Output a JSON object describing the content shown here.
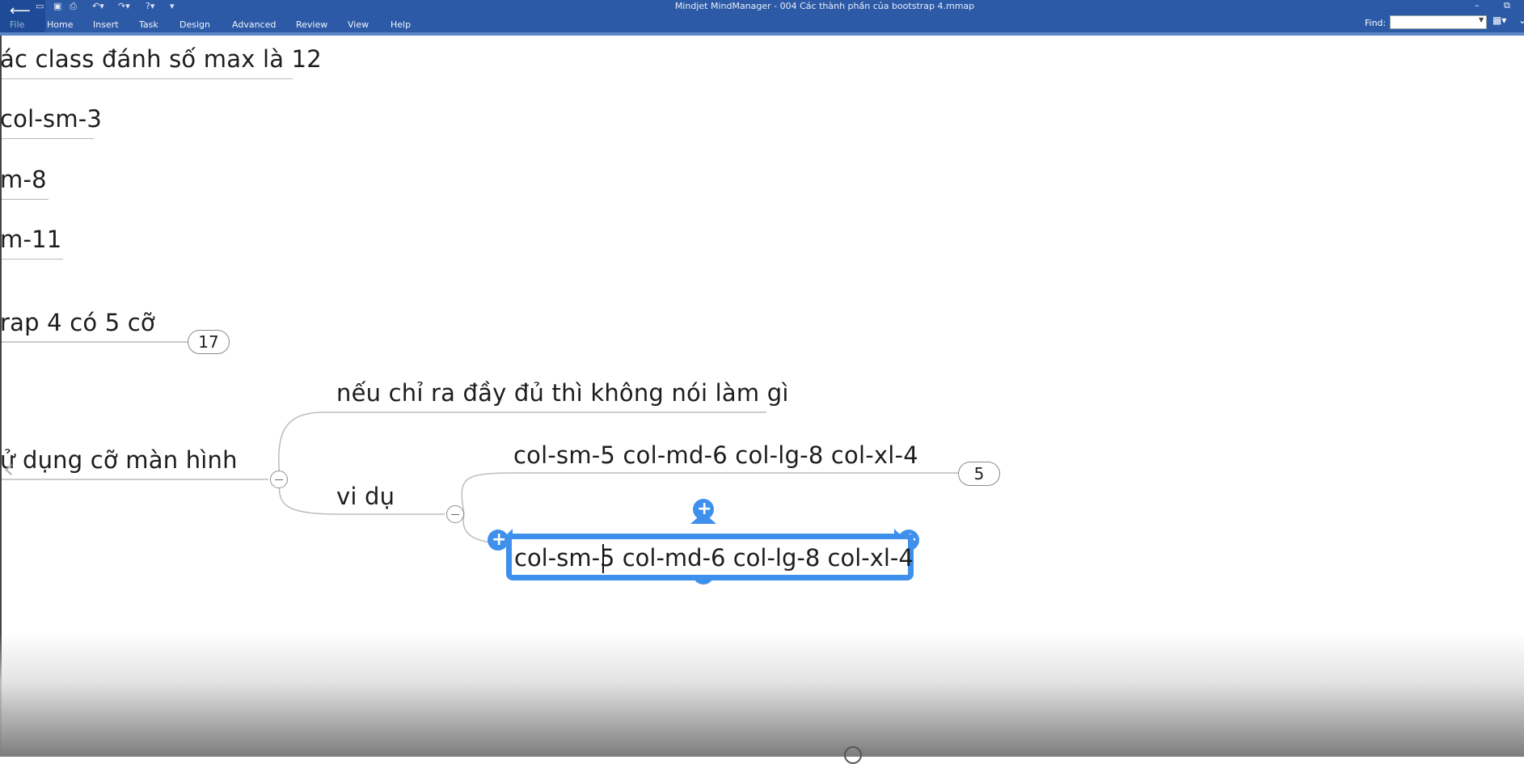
{
  "window": {
    "title": "Mindjet MindManager - 004 Các thành phần của bootstrap 4.mmap"
  },
  "ribbon": {
    "tabs": [
      "File",
      "Home",
      "Insert",
      "Task",
      "Design",
      "Advanced",
      "Review",
      "View",
      "Help"
    ],
    "find_label": "Find:",
    "find_value": ""
  },
  "map": {
    "topics": [
      "ác class đánh số max là 12",
      "col-sm-3",
      "m-8",
      "m-11",
      "rap 4 có 5 cỡ",
      "ử dụng cỡ màn hình",
      "nếu chỉ ra đầy đủ thì không nói làm gì",
      "vi dụ",
      "col-sm-5 col-md-6 col-lg-8 col-xl-4"
    ],
    "counts": [
      "17",
      "5"
    ],
    "editing": {
      "before_caret": "col-sm-",
      "after_caret": "5 col-md-6 col-lg-8 col-xl-4"
    }
  },
  "icons": [
    "back-arrow-icon",
    "undo-icon",
    "redo-icon",
    "help-icon",
    "collapse-icon",
    "add-topic-icon",
    "nav-left-icon"
  ]
}
